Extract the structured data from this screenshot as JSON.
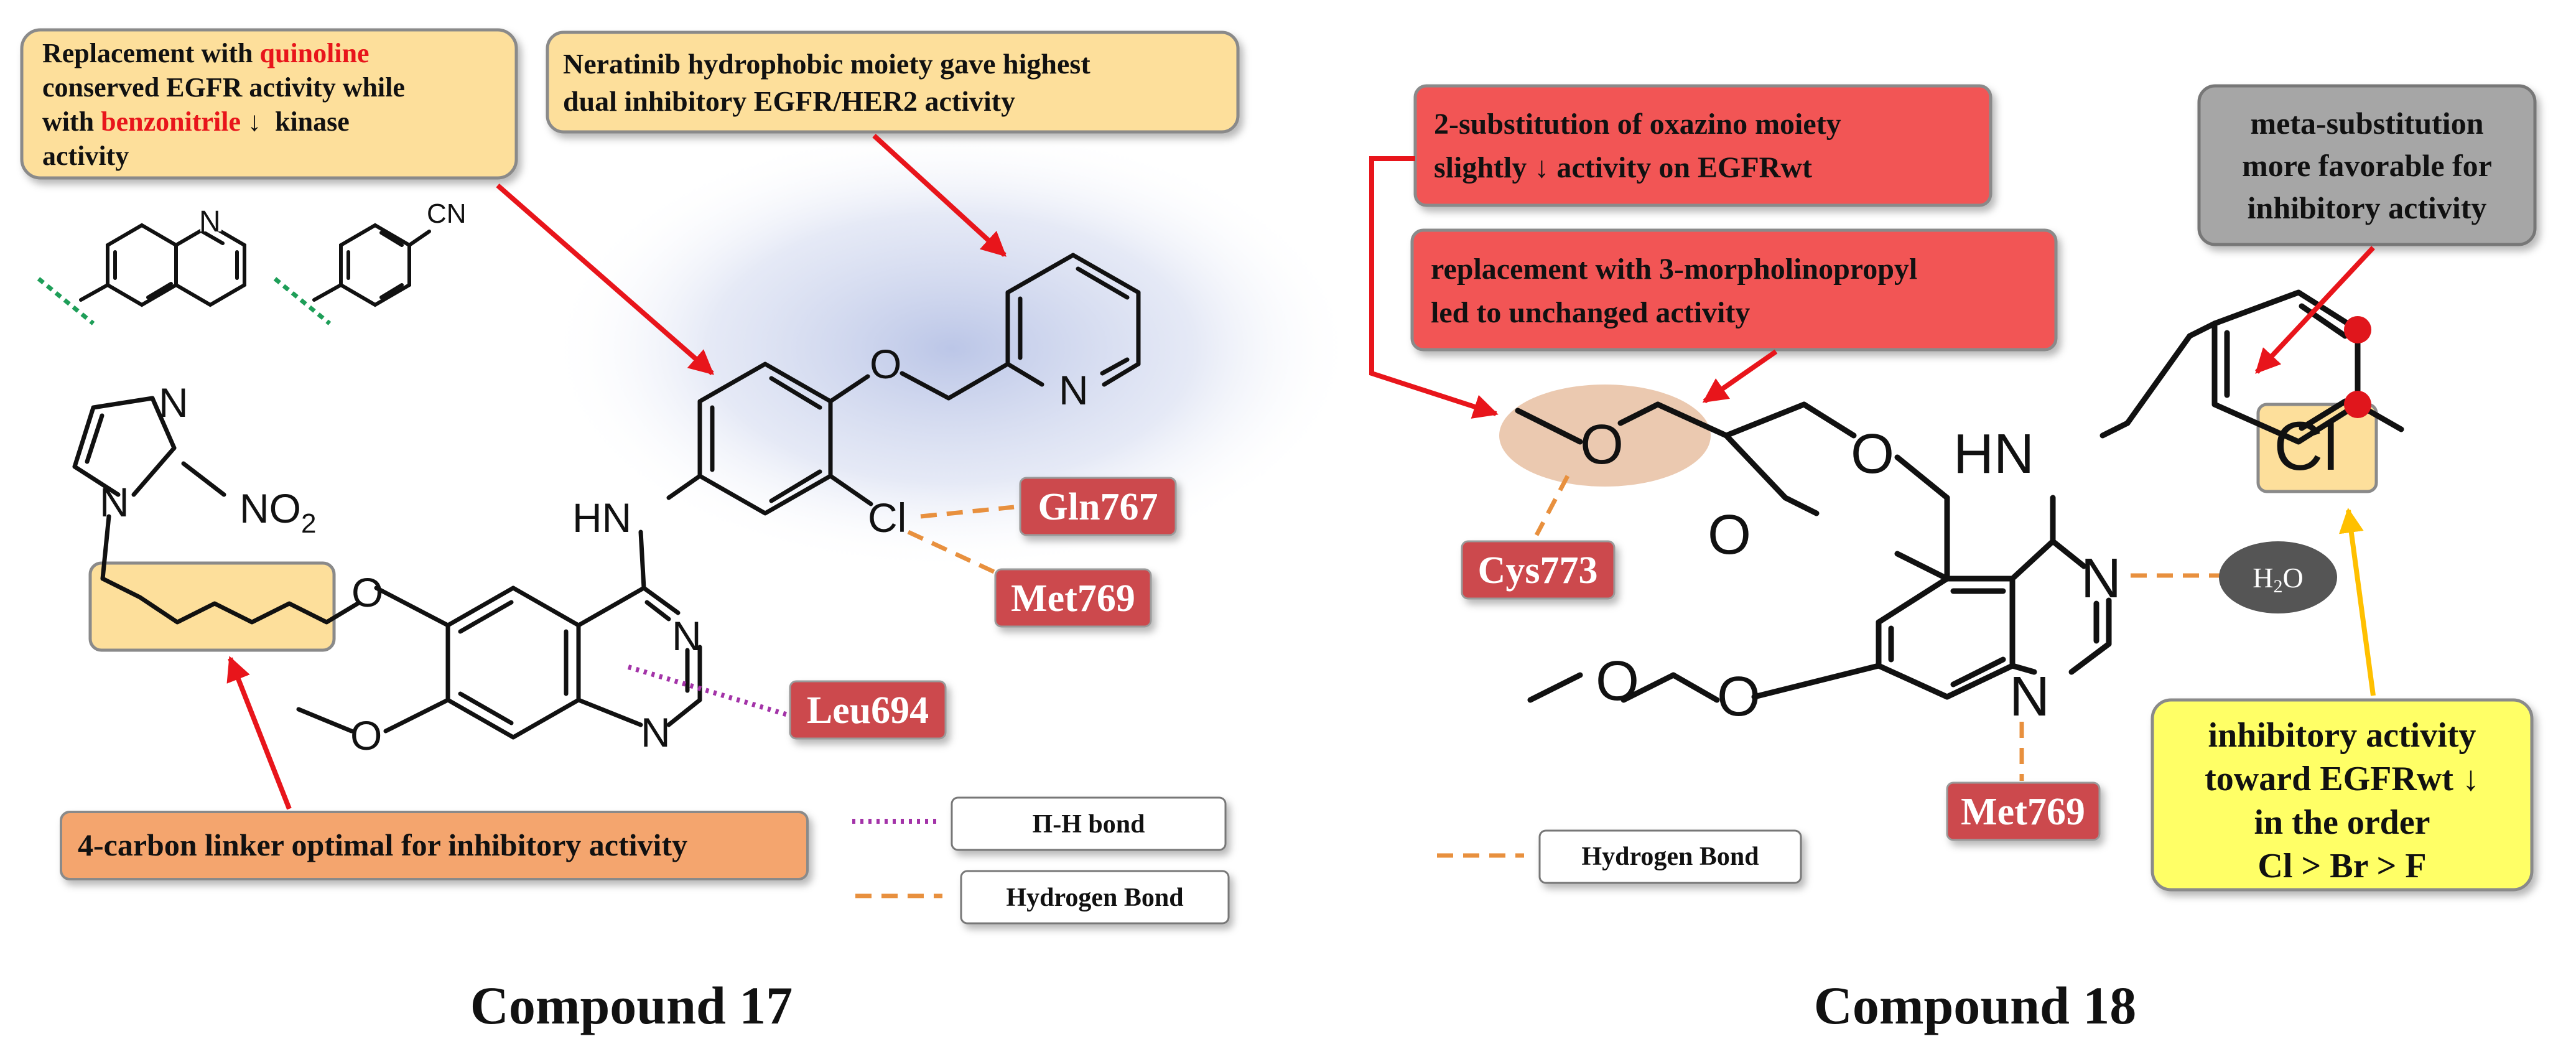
{
  "compound17": {
    "title": "Compound 17",
    "notes": {
      "quinoline_line1_pre": "Replacement with ",
      "quinoline_line1_red": "quinoline",
      "quinoline_line2": "conserved EGFR activity while",
      "quinoline_line3_pre": "with ",
      "quinoline_line3_red": "benzonitrile",
      "quinoline_line3_post": " ↓  kinase",
      "quinoline_line4": "activity",
      "neratinib_line1": "Neratinib hydrophobic moiety gave highest",
      "neratinib_line2": "dual inhibitory EGFR/HER2 activity",
      "linker": "4-carbon linker optimal for inhibitory activity"
    },
    "residues": {
      "gln": "Gln767",
      "met": "Met769",
      "leu": "Leu694"
    },
    "atoms": {
      "N": "N",
      "O": "O",
      "Cl": "Cl",
      "HN": "HN",
      "CN": "CN",
      "NO2_main": "NO",
      "NO2_sub": "2"
    },
    "legend": {
      "pi": "Π-H bond",
      "hbond": "Hydrogen Bond"
    }
  },
  "compound18": {
    "title": "Compound 18",
    "notes": {
      "oxazino_line1": "2-substitution of oxazino moiety",
      "oxazino_line2": "slightly  ↓ activity on EGFRwt",
      "morph_line1": "replacement with 3-morpholinopropyl",
      "morph_line2": "led to unchanged activity",
      "meta_line1": "meta-substitution",
      "meta_line2": "more favorable for",
      "meta_line3": "inhibitory activity",
      "order_line1": "inhibitory activity",
      "order_line2": "toward EGFRwt ↓",
      "order_line3": "in the order",
      "order_line4": "Cl > Br > F"
    },
    "residues": {
      "cys": "Cys773",
      "met": "Met769"
    },
    "atoms": {
      "N": "N",
      "O": "O",
      "Cl": "Cl",
      "HN": "HN"
    },
    "water_main": "H",
    "water_sub": "2",
    "water_end": "O",
    "legend": {
      "hbond": "Hydrogen Bond"
    }
  },
  "colors": {
    "note_yellow": "#FDDF9B",
    "note_orange": "#F4A56E",
    "note_red": "#F25555",
    "note_grey": "#A6A6A6",
    "note_bright_yellow": "#FFFF66",
    "residue_red": "#CC4A4E",
    "water_dark": "#555555",
    "arrow_red": "#E8151B",
    "arrow_yellow": "#FFC000",
    "hbond_orange": "#E8903E",
    "pi_purple": "#A333A8",
    "bond_green": "#1E9E58",
    "oxygen_ellipse": "#EBC9B0",
    "highlight_red": "#E0161C",
    "text_red": "#E8151B"
  }
}
